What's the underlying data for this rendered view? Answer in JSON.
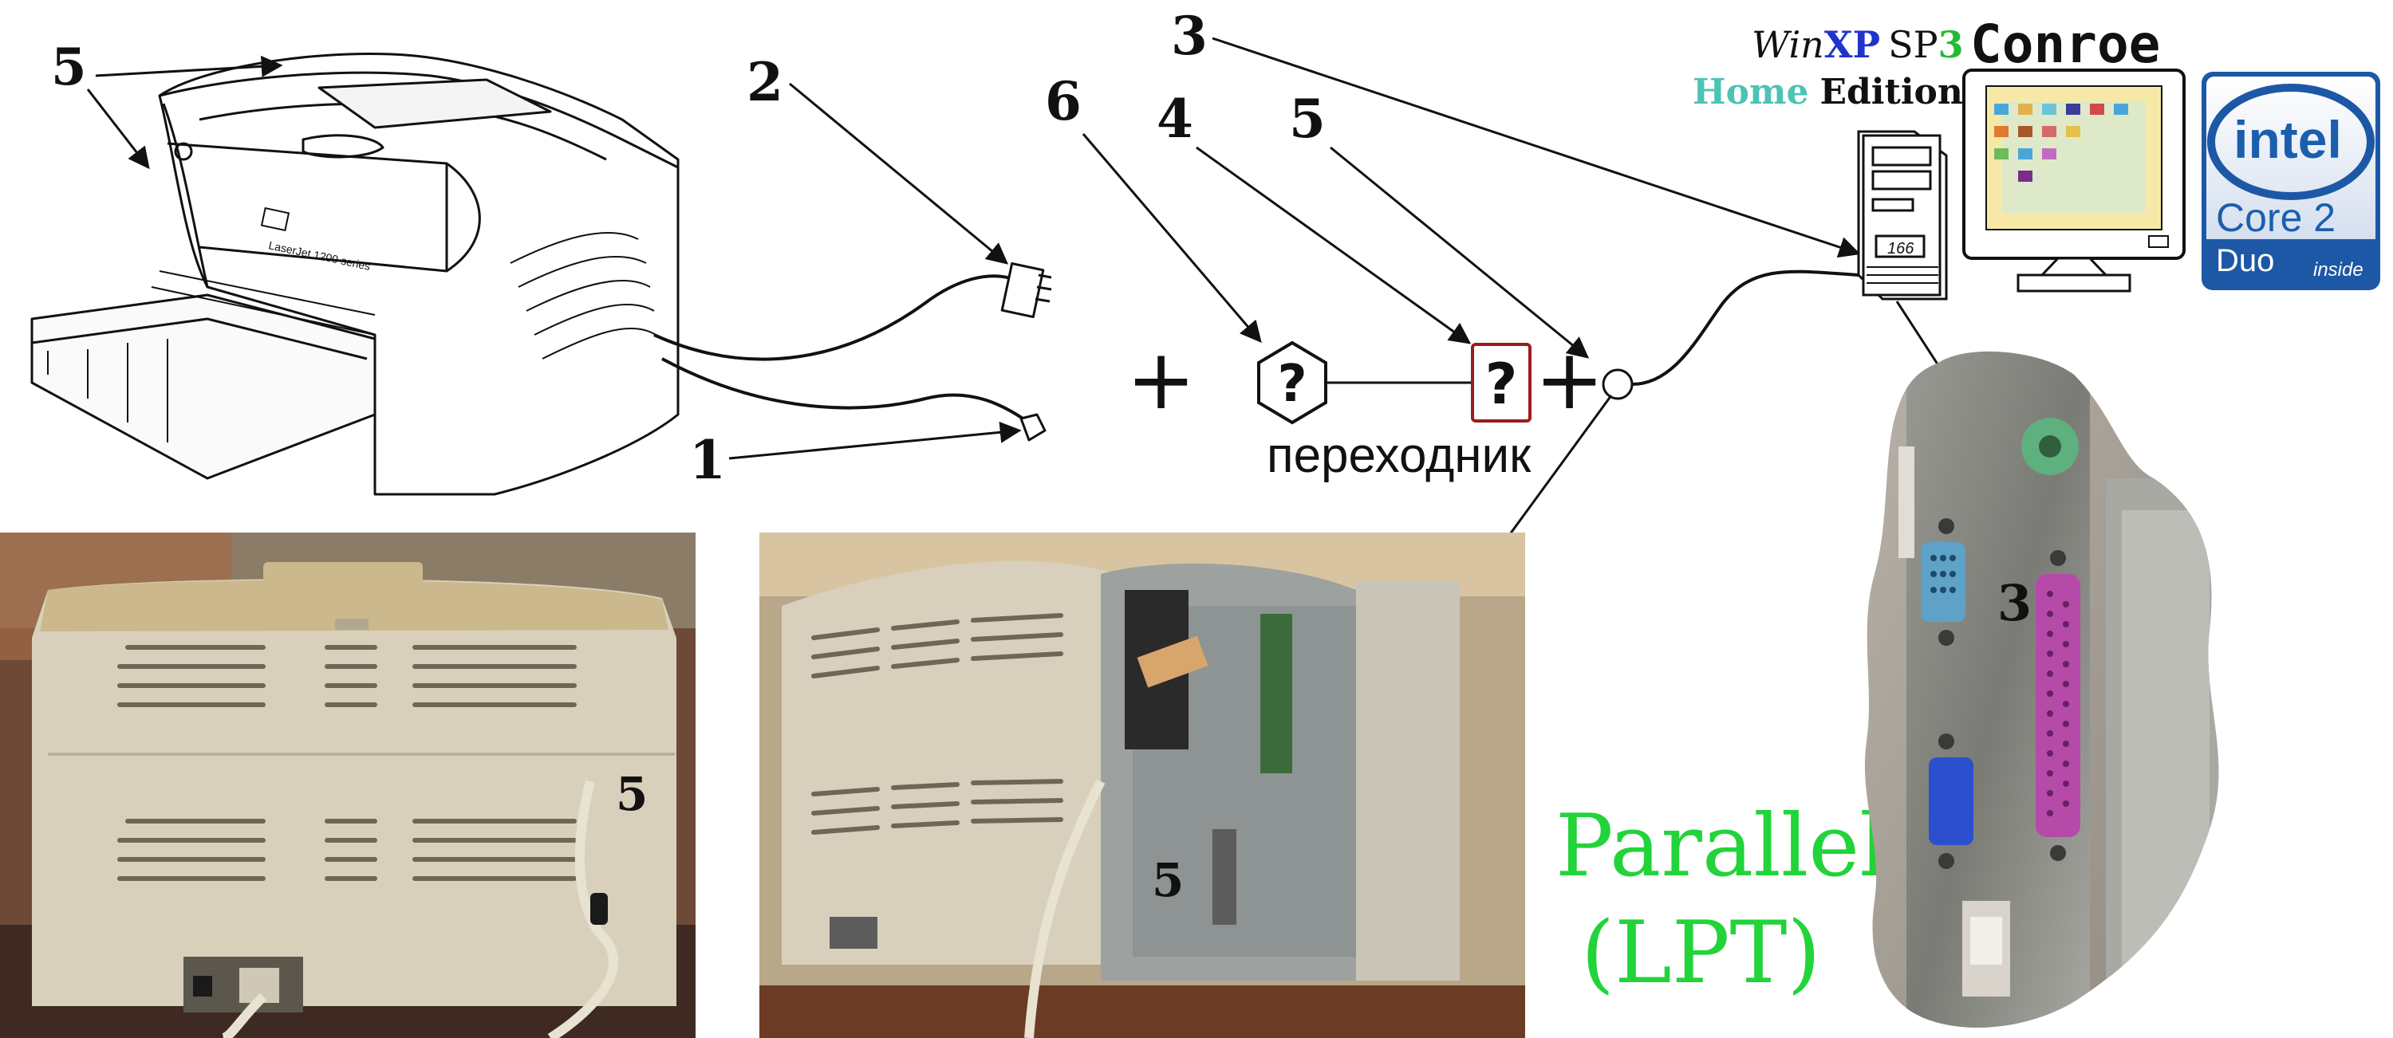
{
  "labels": {
    "n1": "1",
    "n2": "2",
    "n3": "3",
    "n4": "4",
    "n5": "5",
    "n6": "6"
  },
  "adapter": {
    "word": "переходник",
    "unknown_mark": "?",
    "plus": "+"
  },
  "system": {
    "os_win": "Win",
    "os_xp": "XP",
    "os_sp": "SP",
    "os_sp_num": "3",
    "os_home": "Home",
    "os_edition": "Edition",
    "cpu": "Conroe",
    "clock": "166"
  },
  "port": {
    "name_line1": "Parallel",
    "name_line2": "(LPT)"
  },
  "intel_logo": {
    "brand": "intel",
    "product": "Core 2",
    "variant": "Duo",
    "tag": "inside"
  },
  "printer_badge": "LaserJet 1200 series",
  "colors": {
    "xp_blue": "#2233cc",
    "sp3_green": "#22bb33",
    "home_teal": "#4cc3b4",
    "parallel_green": "#22d33a",
    "intel_blue": "#1a5fae",
    "lpt_magenta": "#b54aa8",
    "vga_blue": "#2c4fd0",
    "ps2_green": "#5fb07f"
  }
}
